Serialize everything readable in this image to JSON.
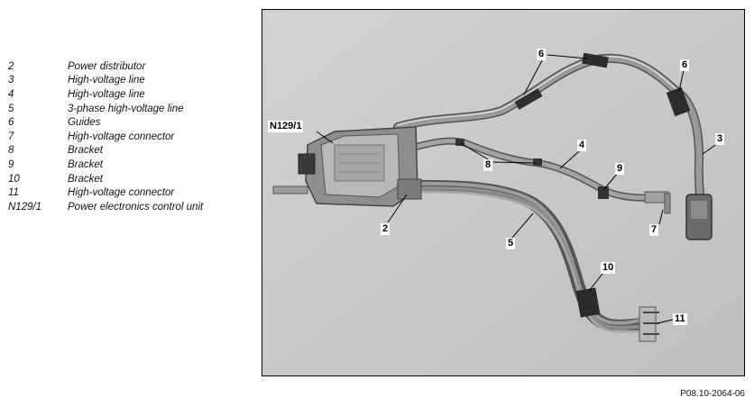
{
  "legend": [
    {
      "num": "2",
      "text": "Power distributor"
    },
    {
      "num": "3",
      "text": "High-voltage line"
    },
    {
      "num": "4",
      "text": "High-voltage line"
    },
    {
      "num": "5",
      "text": "3-phase high-voltage line"
    },
    {
      "num": "6",
      "text": "Guides"
    },
    {
      "num": "7",
      "text": "High-voltage connector"
    },
    {
      "num": "8",
      "text": "Bracket"
    },
    {
      "num": "9",
      "text": "Bracket"
    },
    {
      "num": "10",
      "text": "Bracket"
    },
    {
      "num": "11",
      "text": "High-voltage connector"
    },
    {
      "num": "N129/1",
      "text": "Power electronics control unit"
    }
  ],
  "callouts": {
    "n129": "N129/1",
    "c2": "2",
    "c3": "3",
    "c4": "4",
    "c5": "5",
    "c6a": "6",
    "c6b": "6",
    "c7": "7",
    "c8": "8",
    "c9": "9",
    "c10": "10",
    "c11": "11"
  },
  "reference_code": "P08.10-2064-06"
}
